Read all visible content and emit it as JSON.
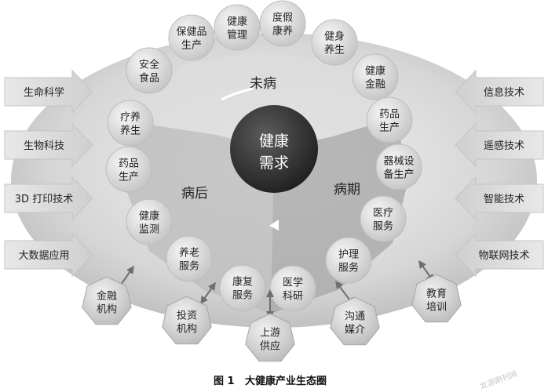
{
  "center": {
    "line1": "健康",
    "line2": "需求"
  },
  "sectors": {
    "top": "未病",
    "left": "病后",
    "right": "病期"
  },
  "ring_nodes": [
    {
      "id": "health-management",
      "lines": [
        "健康",
        "管理"
      ]
    },
    {
      "id": "vacation-care",
      "lines": [
        "度假",
        "康养"
      ]
    },
    {
      "id": "fitness-care",
      "lines": [
        "健身",
        "养生"
      ]
    },
    {
      "id": "health-finance",
      "lines": [
        "健康",
        "金融"
      ]
    },
    {
      "id": "drug-production-right",
      "lines": [
        "药品",
        "生产"
      ]
    },
    {
      "id": "equipment-production",
      "lines": [
        "器械设",
        "备生产"
      ]
    },
    {
      "id": "medical-services",
      "lines": [
        "医疗",
        "服务"
      ]
    },
    {
      "id": "nursing-services",
      "lines": [
        "护理",
        "服务"
      ]
    },
    {
      "id": "medical-research",
      "lines": [
        "医学",
        "科研"
      ]
    },
    {
      "id": "rehab-services",
      "lines": [
        "康复",
        "服务"
      ]
    },
    {
      "id": "elderly-services",
      "lines": [
        "养老",
        "服务"
      ]
    },
    {
      "id": "health-monitoring",
      "lines": [
        "健康",
        "监测"
      ]
    },
    {
      "id": "drug-production-left",
      "lines": [
        "药品",
        "生产"
      ]
    },
    {
      "id": "therapy-care",
      "lines": [
        "疗养",
        "养生"
      ]
    },
    {
      "id": "food-safety",
      "lines": [
        "安全",
        "食品"
      ]
    },
    {
      "id": "health-products",
      "lines": [
        "保健品",
        "生产"
      ]
    }
  ],
  "left_arrows": [
    "生命科学",
    "生物科技",
    "3D 打印技术",
    "大数据应用"
  ],
  "right_arrows": [
    "信息技术",
    "遥感技术",
    "智能技术",
    "物联网技术"
  ],
  "support_nodes": [
    {
      "id": "financial-institutions",
      "lines": [
        "金融",
        "机构"
      ]
    },
    {
      "id": "investment-institutions",
      "lines": [
        "投资",
        "机构"
      ]
    },
    {
      "id": "upstream-supply",
      "lines": [
        "上游",
        "供应"
      ]
    },
    {
      "id": "communication-media",
      "lines": [
        "沟通",
        "媒介"
      ]
    },
    {
      "id": "education-training",
      "lines": [
        "教育",
        "培训"
      ]
    }
  ],
  "caption": {
    "number": "图 1",
    "title": "大健康产业生态圈"
  },
  "watermark": "龙源期刊网",
  "colors": {
    "center": "#3a3a3a",
    "ellipse": "#cfcfcf",
    "node": "#d9d9d9",
    "arrow": "#dcdcdc"
  }
}
